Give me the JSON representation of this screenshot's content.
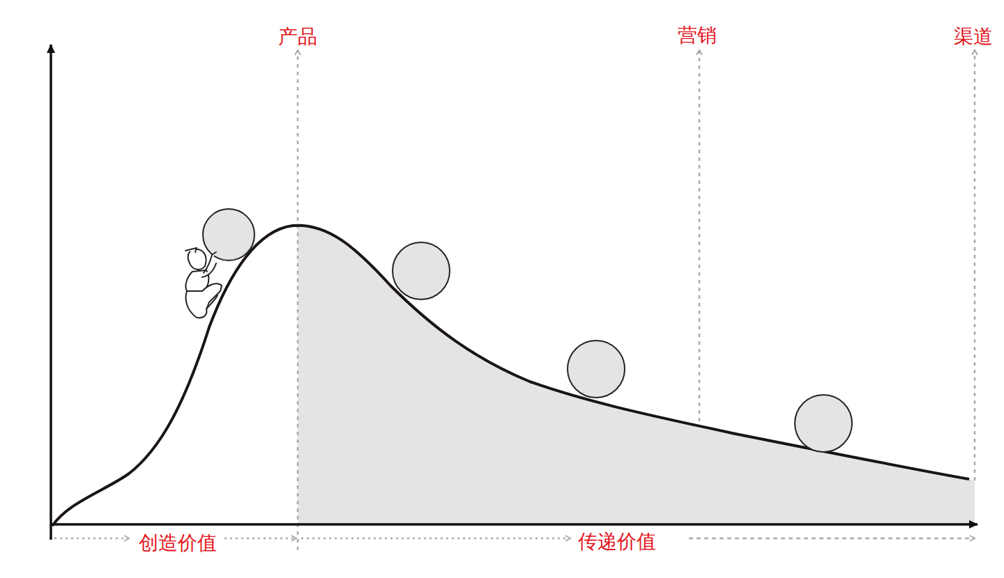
{
  "diagram": {
    "labels": [
      "产品",
      "营销",
      "渠道",
      "创造价值",
      "传递价值"
    ]
  }
}
